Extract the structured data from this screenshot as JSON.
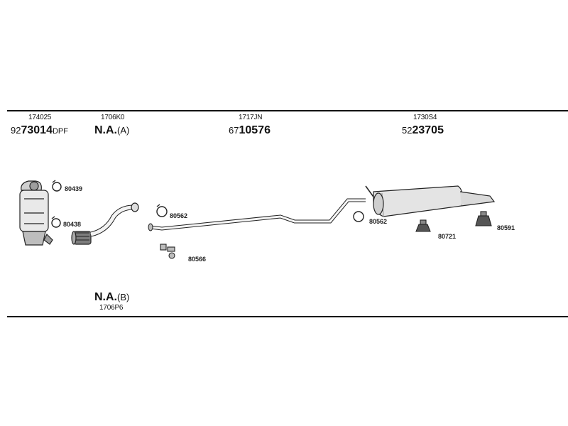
{
  "header": {
    "columns": [
      {
        "ref": "174025",
        "prefix": "92",
        "number": "73014",
        "suffix": "DPF"
      },
      {
        "ref": "1706K0",
        "prefix": "",
        "number": "N.A.",
        "suffix": "(A)"
      },
      {
        "ref": "1717JN",
        "prefix": "67",
        "number": "10576",
        "suffix": ""
      },
      {
        "ref": "1730S4",
        "prefix": "52",
        "number": "23705",
        "suffix": ""
      }
    ]
  },
  "footer": {
    "number": "N.A.",
    "suffix": "(B)",
    "ref": "1706P6"
  },
  "labels": {
    "clamp_top": "80439",
    "clamp_mid": "80438",
    "clamp_pipe": "80562",
    "bolt_kit": "80566",
    "clamp_rear": "80562",
    "hanger_1": "80721",
    "hanger_2": "80591"
  }
}
